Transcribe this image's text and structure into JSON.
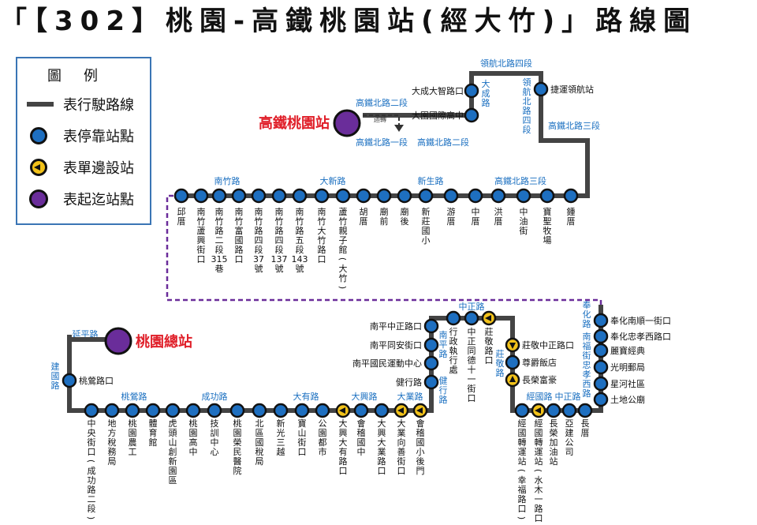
{
  "title": "「【302】桃園-高鐵桃園站(經大竹)」路線圖",
  "legend": {
    "title": "圖例",
    "items": [
      {
        "symbol": "route-line",
        "text": "表行駛路線"
      },
      {
        "symbol": "stop",
        "text": "表停靠站點"
      },
      {
        "symbol": "one-side-stop",
        "text": "表單邊設站"
      },
      {
        "symbol": "terminal",
        "text": "表起迄站點"
      }
    ]
  },
  "colors": {
    "line": "#444444",
    "stop": "#1e6fc0",
    "one_side": "#f2c21a",
    "terminal": "#6a2d9a",
    "road": "#1a6fc0",
    "terminal_label": "#e0202a",
    "detour": "#6a2d9a"
  },
  "terminals": {
    "hsr": "高鐵桃園站",
    "taoyuan": "桃園總站"
  },
  "detour_note": "迴轉",
  "stops": {
    "dacheng_zhihui": "大成大智路口",
    "dayuan_intl": "大園國際高中",
    "mrt_linghang": "捷運領航站",
    "yiliao_lane1": "邱厝",
    "nanzhu_luxing": "南竹蘆興街口",
    "nanzhu_315": "南竹路二段315巷",
    "nanzhu_fuguo": "南竹富國路口",
    "nanzhu_37": "南竹路四段37號",
    "nanzhu_137": "南竹路四段137號",
    "nanzhu_143": "南竹路五段143號",
    "nanzhu_dazhu": "南竹大竹路口",
    "luzhu_qinzi": "蘆竹親子館(大竹)",
    "hucuo": "胡厝",
    "miaoqian": "廟前",
    "miaohou": "廟後",
    "xinzhuang": "新莊國小",
    "youcuo": "游厝",
    "zhongcuo": "中厝",
    "hongcuo": "洪厝",
    "zhongyou": "中油街",
    "baosheng": "寶聖牧場",
    "zhongcuo2": "鍾厝",
    "fenghua_nanshun": "奉化南順一街口",
    "fenghua_zhongxiao": "奉化忠孝西路口",
    "libao": "麗寶經典",
    "guanghua_post": "光明郵局",
    "xinghe": "星河社區",
    "tudigong": "土地公廟",
    "changcuo": "長厝",
    "yajian": "亞建公司",
    "changrong_gas": "長榮加油站",
    "jingguo_xingfu": "經國轉運站(幸福路口)",
    "jingguo_shuimu": "經國轉運站(水木一路口)",
    "changrong_haoting": "長榮富豪",
    "zunjue": "尊爵飯店",
    "zhuangjing_zhongzheng": "莊敬中正路口",
    "zhuangjing_kou": "莊敬路口",
    "zhongzheng_tongde": "中正同德十一街口",
    "xingzheng": "行政執行處",
    "nanping_zhongzheng": "南平中正路口",
    "nanping_tongan": "南平同安街口",
    "nanping_stadium": "南平國民運動中心",
    "jianxing": "健行路",
    "huiji_xiaohoumen": "會稽國小後門",
    "daye_xiangshan": "大業向善街口",
    "daxing_daye": "大興大業路口",
    "huiji_zhong": "會稽國中",
    "daxing_dayou": "大興大有路口",
    "park_city": "公園都市",
    "baoshan": "寶山街口",
    "xinguang": "新光三越",
    "beiqu_tax": "北區國稅局",
    "taoyuan_rongmin": "桃園榮民醫院",
    "jixun": "技訓中心",
    "hutou_park": "虎頭山創新園區",
    "taoyuan_high": "桃園高中",
    "gym": "體育館",
    "taoyuan_farm": "桃園農工",
    "local_tax": "地方稅務局",
    "zhongyang": "中央街口(成功路二段)",
    "taoying": "桃鶯路口"
  },
  "roads": {
    "linghang4_top": "領航北路四段",
    "dacheng": "大成路",
    "linghang4_side": "領航北路四段",
    "hsr2_top": "高鐵北路二段",
    "hsr1": "高鐵北路一段",
    "hsr2_bottom": "高鐵北路二段",
    "hsr3_right": "高鐵北路三段",
    "nanzhu": "南竹路",
    "daxin": "大新路",
    "xinsheng": "新生路",
    "hsr3_mid": "高鐵北路三段",
    "zhongzheng_top": "中正路",
    "nanping": "南平路",
    "jianxing_side": "健行路",
    "zhuangjing": "莊敬路",
    "fenghua": "奉化路",
    "nanfu_zhongxiao": "南福街忠孝西路",
    "jingguo": "經國路",
    "zhongzheng_bottom": "中正路",
    "yanping": "延平路",
    "jianguo": "建國路",
    "taoying_rd": "桃鶯路",
    "chenggong": "成功路",
    "dayou": "大有路",
    "daxing": "大興路",
    "daye": "大業路"
  }
}
